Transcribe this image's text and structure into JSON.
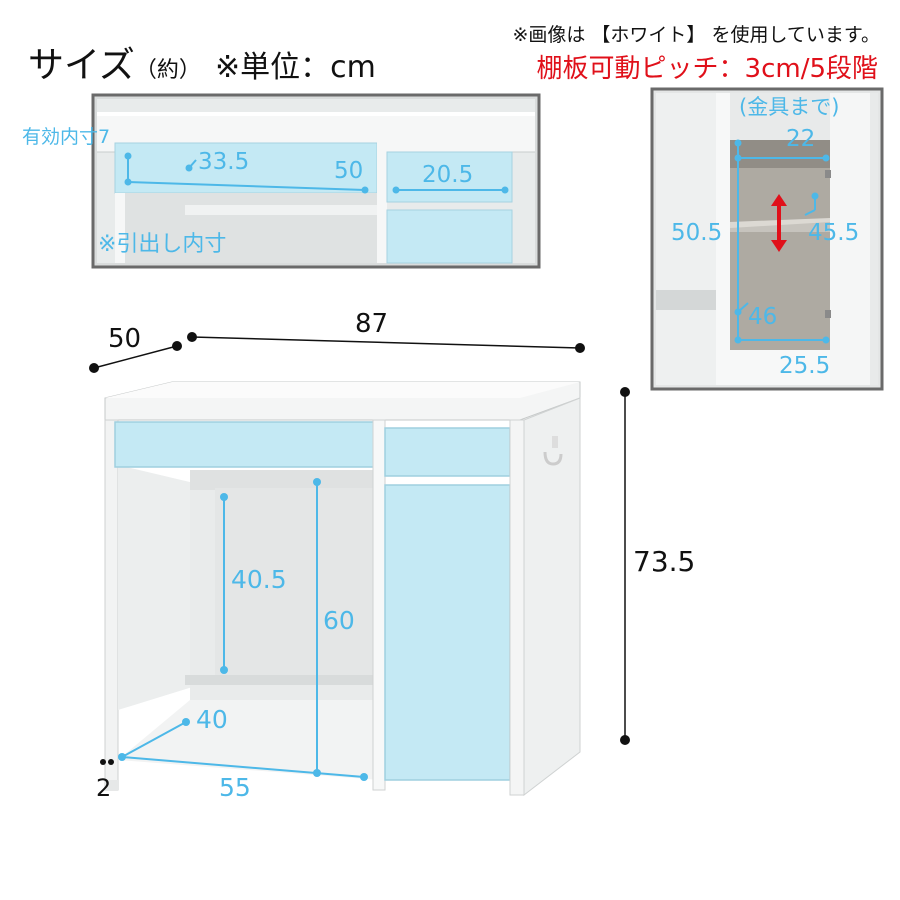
{
  "title": {
    "main": "サイズ",
    "paren": "（約）",
    "unit": "※単位：cm"
  },
  "notes": {
    "image_note": "※画像は 【ホワイト】 を使用しています。",
    "shelf_pitch": "棚板可動ピッチ：3cm/5段階"
  },
  "inset_drawer": {
    "label_effective": "有効内寸7",
    "d1": "33.5",
    "d2": "50",
    "d3": "20.5",
    "note": "※引出し内寸"
  },
  "inset_cabinet": {
    "label": "(金具まで)",
    "top_width": "22",
    "height_left": "50.5",
    "height_right": "45.5",
    "bottom_depth": "46",
    "bottom_width": "25.5"
  },
  "main": {
    "depth": "50",
    "width": "87",
    "height": "73.5",
    "knee_height": "40.5",
    "knee_full_height": "60",
    "knee_depth": "40",
    "knee_width": "55",
    "clearance": "2"
  },
  "colors": {
    "accent_blue": "#4db8e8",
    "red": "#e0101a",
    "panel_blue": "#bfe7f3",
    "white_body": "#f4f5f5"
  }
}
